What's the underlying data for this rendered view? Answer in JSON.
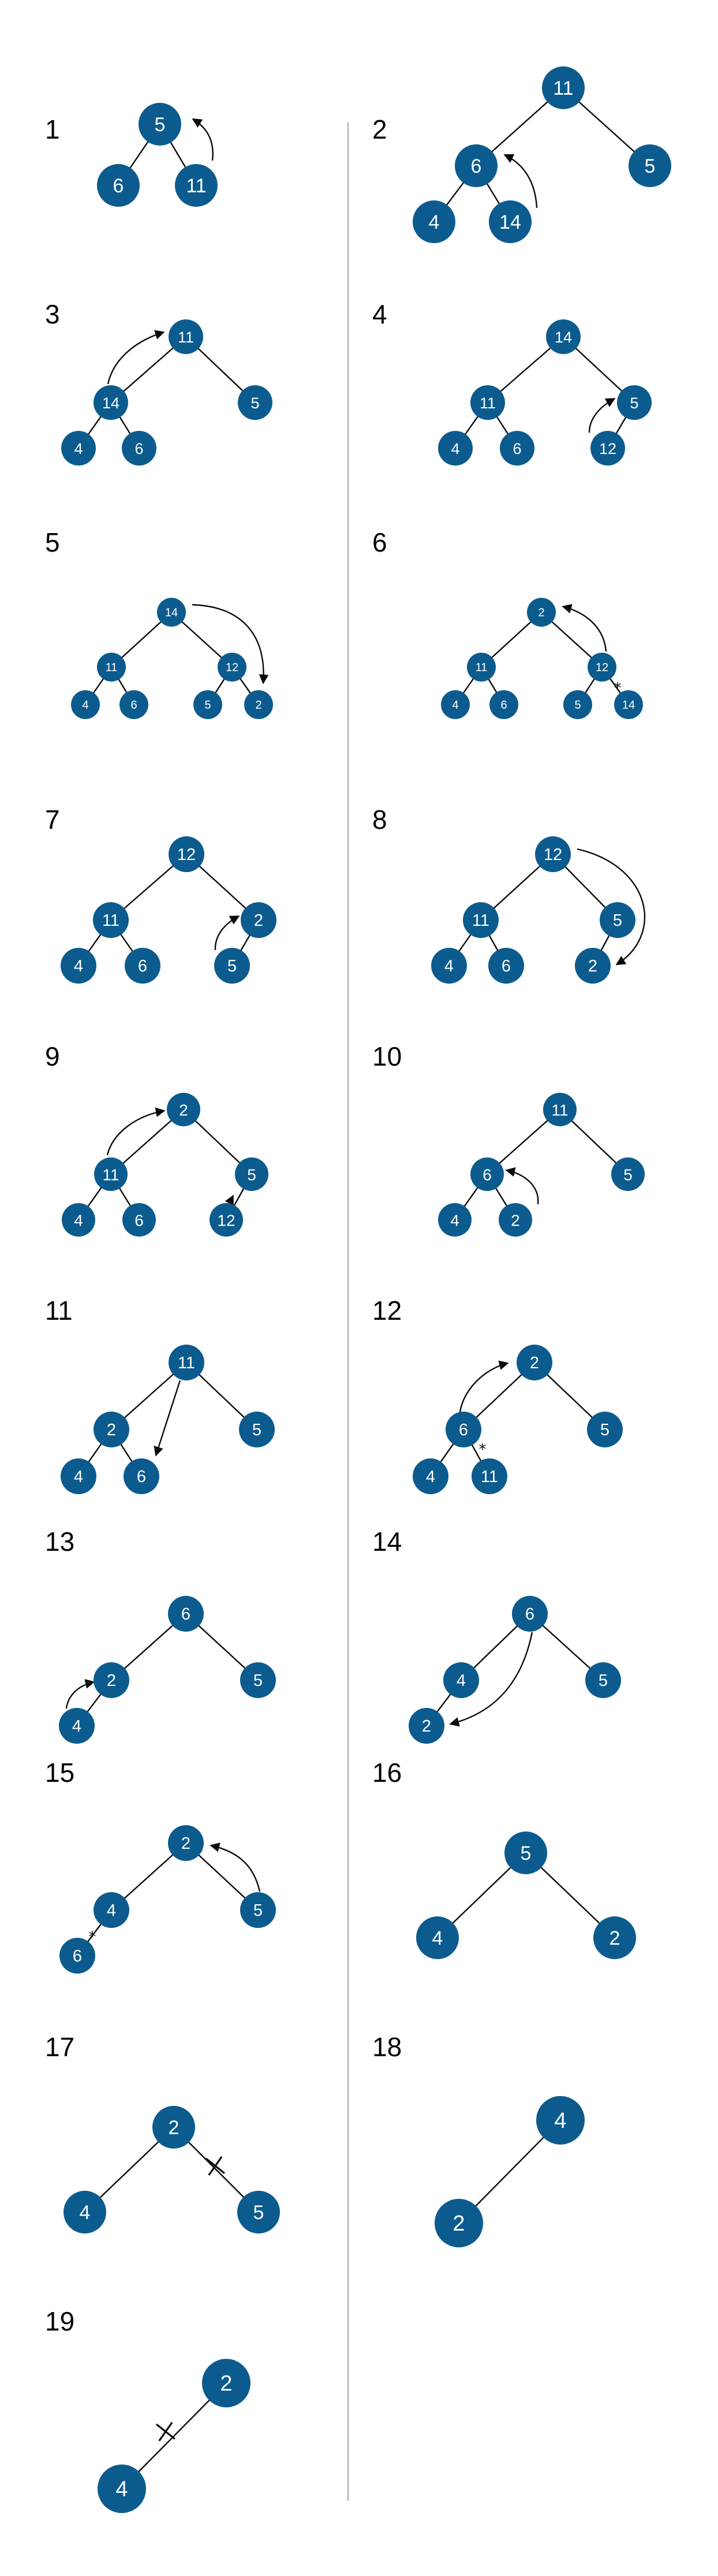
{
  "diagram": {
    "colors": {
      "node": "#0c5b8e",
      "node_text": "#ffffff",
      "line": "#0a0a0a",
      "divider": "#bdbdbd"
    },
    "steps": [
      {
        "label": "1",
        "nodes": [
          "5",
          "6",
          "11"
        ]
      },
      {
        "label": "2",
        "nodes": [
          "11",
          "6",
          "5",
          "4",
          "14"
        ]
      },
      {
        "label": "3",
        "nodes": [
          "11",
          "14",
          "5",
          "4",
          "6"
        ]
      },
      {
        "label": "4",
        "nodes": [
          "14",
          "11",
          "5",
          "4",
          "6",
          "12"
        ]
      },
      {
        "label": "5",
        "nodes": [
          "14",
          "11",
          "12",
          "4",
          "6",
          "5",
          "2"
        ]
      },
      {
        "label": "6",
        "nodes": [
          "2",
          "11",
          "12",
          "4",
          "6",
          "5",
          "14"
        ]
      },
      {
        "label": "7",
        "nodes": [
          "12",
          "11",
          "2",
          "4",
          "6",
          "5"
        ]
      },
      {
        "label": "8",
        "nodes": [
          "12",
          "11",
          "5",
          "4",
          "6",
          "2"
        ]
      },
      {
        "label": "9",
        "nodes": [
          "2",
          "11",
          "5",
          "4",
          "6",
          "12"
        ]
      },
      {
        "label": "10",
        "nodes": [
          "11",
          "6",
          "5",
          "4",
          "2"
        ]
      },
      {
        "label": "11",
        "nodes": [
          "11",
          "2",
          "5",
          "4",
          "6"
        ]
      },
      {
        "label": "12",
        "nodes": [
          "2",
          "6",
          "5",
          "4",
          "11"
        ]
      },
      {
        "label": "13",
        "nodes": [
          "6",
          "2",
          "5",
          "4"
        ]
      },
      {
        "label": "14",
        "nodes": [
          "6",
          "4",
          "5",
          "2"
        ]
      },
      {
        "label": "15",
        "nodes": [
          "2",
          "4",
          "5",
          "6"
        ]
      },
      {
        "label": "16",
        "nodes": [
          "5",
          "4",
          "2"
        ]
      },
      {
        "label": "17",
        "nodes": [
          "2",
          "4",
          "5"
        ]
      },
      {
        "label": "18",
        "nodes": [
          "4",
          "2"
        ]
      },
      {
        "label": "19",
        "nodes": [
          "2",
          "4"
        ]
      }
    ]
  }
}
